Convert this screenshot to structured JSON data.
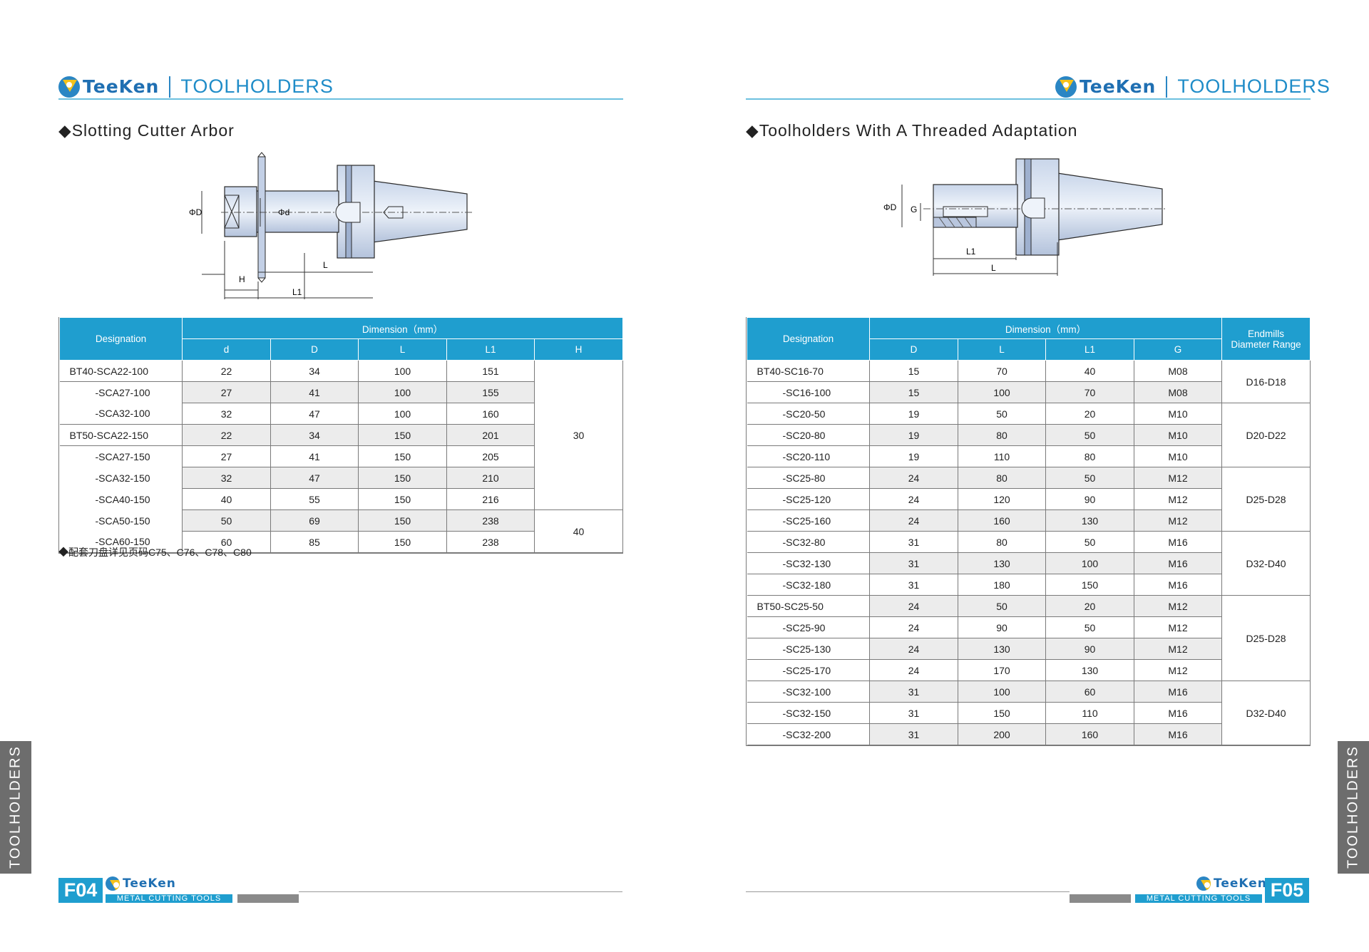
{
  "brand": "TeeKen",
  "left": {
    "header_title": "TOOLHOLDERS",
    "section_title": "◆Slotting  Cutter  Arbor",
    "diagram_labels": {
      "od": "ΦD",
      "id": "Φd",
      "h": "H",
      "l": "L",
      "l1": "L1"
    },
    "table": {
      "designation": "Designation",
      "dimension": "Dimension（mm）",
      "cols": [
        "d",
        "D",
        "L",
        "L1",
        "H"
      ],
      "rows": [
        {
          "des": "BT40-SCA22-100",
          "v": [
            "22",
            "34",
            "100",
            "151"
          ]
        },
        {
          "des": "-SCA27-100",
          "v": [
            "27",
            "41",
            "100",
            "155"
          ]
        },
        {
          "des": "-SCA32-100",
          "v": [
            "32",
            "47",
            "100",
            "160"
          ]
        },
        {
          "des": "BT50-SCA22-150",
          "v": [
            "22",
            "34",
            "150",
            "201"
          ]
        },
        {
          "des": "-SCA27-150",
          "v": [
            "27",
            "41",
            "150",
            "205"
          ]
        },
        {
          "des": "-SCA32-150",
          "v": [
            "32",
            "47",
            "150",
            "210"
          ]
        },
        {
          "des": "-SCA40-150",
          "v": [
            "40",
            "55",
            "150",
            "216"
          ]
        },
        {
          "des": "-SCA50-150",
          "v": [
            "50",
            "69",
            "150",
            "238"
          ]
        },
        {
          "des": "-SCA60-150",
          "v": [
            "60",
            "85",
            "150",
            "238"
          ]
        }
      ],
      "h_values": [
        "30",
        "40"
      ]
    },
    "note": "◆配套刀盘详见页码C75、C76、C78、C80",
    "page": "F04",
    "footer_label": "METAL CUTTING TOOLS",
    "side_tab": "TOOLHOLDERS"
  },
  "right": {
    "header_title": "TOOLHOLDERS",
    "section_title": "◆Toolholders  With  A  Threaded  Adaptation",
    "diagram_labels": {
      "od": "ΦD",
      "g": "G",
      "l1": "L1",
      "l": "L"
    },
    "table": {
      "designation": "Designation",
      "dimension": "Dimension（mm）",
      "range_header_1": "Endmills",
      "range_header_2": "Diameter  Range",
      "cols": [
        "D",
        "L",
        "L1",
        "G"
      ],
      "rows": [
        {
          "des": "BT40-SC16-70",
          "v": [
            "15",
            "70",
            "40",
            "M08"
          ]
        },
        {
          "des": "-SC16-100",
          "v": [
            "15",
            "100",
            "70",
            "M08"
          ]
        },
        {
          "des": "-SC20-50",
          "v": [
            "19",
            "50",
            "20",
            "M10"
          ]
        },
        {
          "des": "-SC20-80",
          "v": [
            "19",
            "80",
            "50",
            "M10"
          ]
        },
        {
          "des": "-SC20-110",
          "v": [
            "19",
            "110",
            "80",
            "M10"
          ]
        },
        {
          "des": "-SC25-80",
          "v": [
            "24",
            "80",
            "50",
            "M12"
          ]
        },
        {
          "des": "-SC25-120",
          "v": [
            "24",
            "120",
            "90",
            "M12"
          ]
        },
        {
          "des": "-SC25-160",
          "v": [
            "24",
            "160",
            "130",
            "M12"
          ]
        },
        {
          "des": "-SC32-80",
          "v": [
            "31",
            "80",
            "50",
            "M16"
          ]
        },
        {
          "des": "-SC32-130",
          "v": [
            "31",
            "130",
            "100",
            "M16"
          ]
        },
        {
          "des": "-SC32-180",
          "v": [
            "31",
            "180",
            "150",
            "M16"
          ]
        },
        {
          "des": "BT50-SC25-50",
          "v": [
            "24",
            "50",
            "20",
            "M12"
          ]
        },
        {
          "des": "-SC25-90",
          "v": [
            "24",
            "90",
            "50",
            "M12"
          ]
        },
        {
          "des": "-SC25-130",
          "v": [
            "24",
            "130",
            "90",
            "M12"
          ]
        },
        {
          "des": "-SC25-170",
          "v": [
            "24",
            "170",
            "130",
            "M12"
          ]
        },
        {
          "des": "-SC32-100",
          "v": [
            "31",
            "100",
            "60",
            "M16"
          ]
        },
        {
          "des": "-SC32-150",
          "v": [
            "31",
            "150",
            "110",
            "M16"
          ]
        },
        {
          "des": "-SC32-200",
          "v": [
            "31",
            "200",
            "160",
            "M16"
          ]
        }
      ],
      "ranges": [
        "D16-D18",
        "D20-D22",
        "D25-D28",
        "D32-D40",
        "D25-D28",
        "D32-D40"
      ]
    },
    "page": "F05",
    "footer_label": "METAL CUTTING TOOLS",
    "side_tab": "TOOLHOLDERS"
  }
}
